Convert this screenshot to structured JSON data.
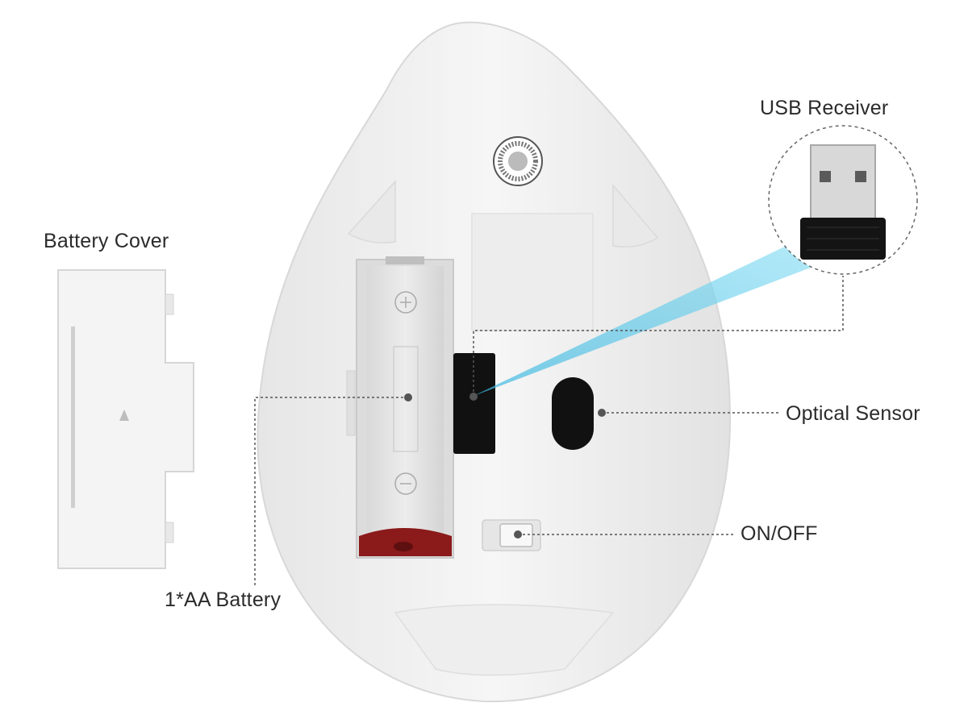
{
  "callouts": {
    "usb_receiver": "USB Receiver",
    "battery_cover": "Battery Cover",
    "optical_sensor": "Optical Sensor",
    "on_off": "ON/OFF",
    "aa_battery": "1*AA Battery"
  },
  "colors": {
    "background": "#ffffff",
    "mouse_body": "#f2f2f2",
    "battery_contact": "#8b1a1a",
    "usb_plug": "#111111",
    "beam": "#56c8e8",
    "label_text": "#2b2b2b"
  }
}
